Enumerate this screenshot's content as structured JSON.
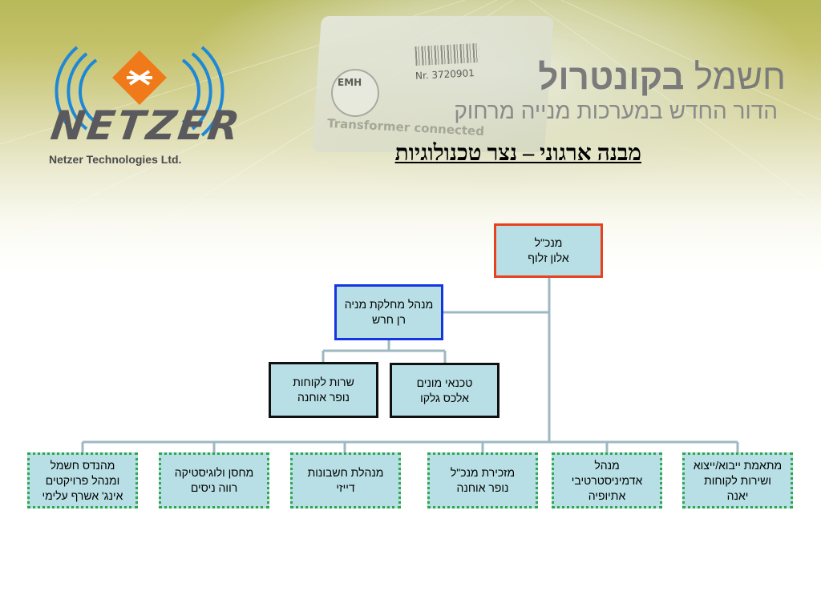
{
  "header": {
    "brand_line1_light": "חשמל",
    "brand_line1_bold": "בקונטרול",
    "brand_line2": "הדור החדש במערכות מנייה מרחוק",
    "background_meter": {
      "emh": "EMH",
      "serial": "Nr. 3720901",
      "transformer": "Transformer connected"
    }
  },
  "logo": {
    "word": "NETZER",
    "company": "Netzer Technologies Ltd."
  },
  "title": "מבנה ארגוני – נצר טכנולוגיות",
  "org_chart": {
    "ceo": {
      "role": "מנכ\"ל",
      "name": "אלון זלוף"
    },
    "meter_dept_manager": {
      "role": "מנהל מחלקת מניה",
      "name": "רן חרש"
    },
    "meter_technicians": {
      "role": "טכנאי מונים",
      "name": "אלכס גלקו"
    },
    "customer_service": {
      "role": "שרות לקוחות",
      "name": "נופר אוחנה"
    },
    "bottom_row": [
      {
        "lines": [
          "מתאמת ייבוא/ייצוא",
          "ושירות לקוחות",
          "יאנה"
        ]
      },
      {
        "lines": [
          "מנהל",
          "אדמיניסטרטיבי",
          "אתיופיה"
        ]
      },
      {
        "lines": [
          "מזכירת מנכ\"ל",
          "נופר אוחנה"
        ]
      },
      {
        "lines": [
          "מנהלת חשבונות",
          "דייזי"
        ]
      },
      {
        "lines": [
          "מחסן ולוגיסטיקה",
          "רווה ניסים"
        ]
      },
      {
        "lines": [
          "מהנדס חשמל",
          "ומנהל פרויקטים",
          "אינג' אשרף עלימי"
        ]
      }
    ]
  },
  "colors": {
    "box_fill": "#b7dfe5",
    "ceo_border": "#e8411e",
    "dept_border": "#1436e0",
    "staff_border": "#111111",
    "dotted_border": "#2ea84a",
    "connector": "#9eb8c2",
    "logo_blue": "#1e88d6",
    "logo_orange": "#f07a1a"
  }
}
